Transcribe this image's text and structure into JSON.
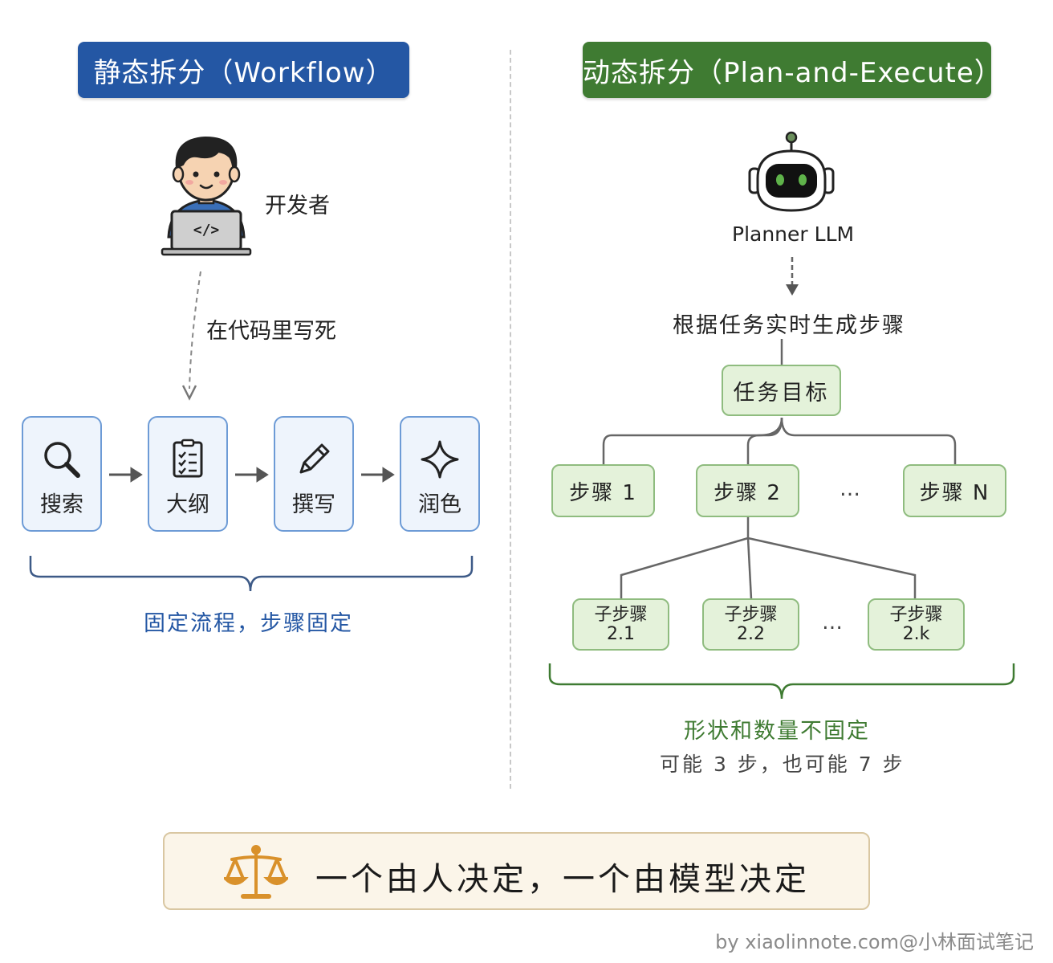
{
  "left": {
    "title": "静态拆分（Workflow）",
    "developer_label": "开发者",
    "laptop_code": "</>",
    "hardcode_label": "在代码里写死",
    "steps": [
      "搜索",
      "大纲",
      "撰写",
      "润色"
    ],
    "note": "固定流程，步骤固定"
  },
  "right": {
    "title": "动态拆分（Plan-and-Execute）",
    "planner_label": "Planner LLM",
    "generate_label": "根据任务实时生成步骤",
    "goal": "任务目标",
    "steps": [
      "步骤 1",
      "步骤 2",
      "步骤 N"
    ],
    "ellipsis": "…",
    "substeps": [
      {
        "label": "子步骤",
        "num": "2.1"
      },
      {
        "label": "子步骤",
        "num": "2.2"
      },
      {
        "label": "子步骤",
        "num": "2.k"
      }
    ],
    "note": "形状和数量不固定",
    "subnote": "可能 3 步，也可能 7 步"
  },
  "footer": {
    "text": "一个由人决定，一个由模型决定",
    "icon": "scales-icon"
  },
  "watermark": "by xiaolinnote.com@小林面试笔记",
  "colors": {
    "blue": "#2457a4",
    "green": "#3f7b32",
    "step_border": "#6d9bd6",
    "green_box_bg": "#e4f2da",
    "footer_bg": "#fbf5e9",
    "gold": "#d9912b"
  }
}
